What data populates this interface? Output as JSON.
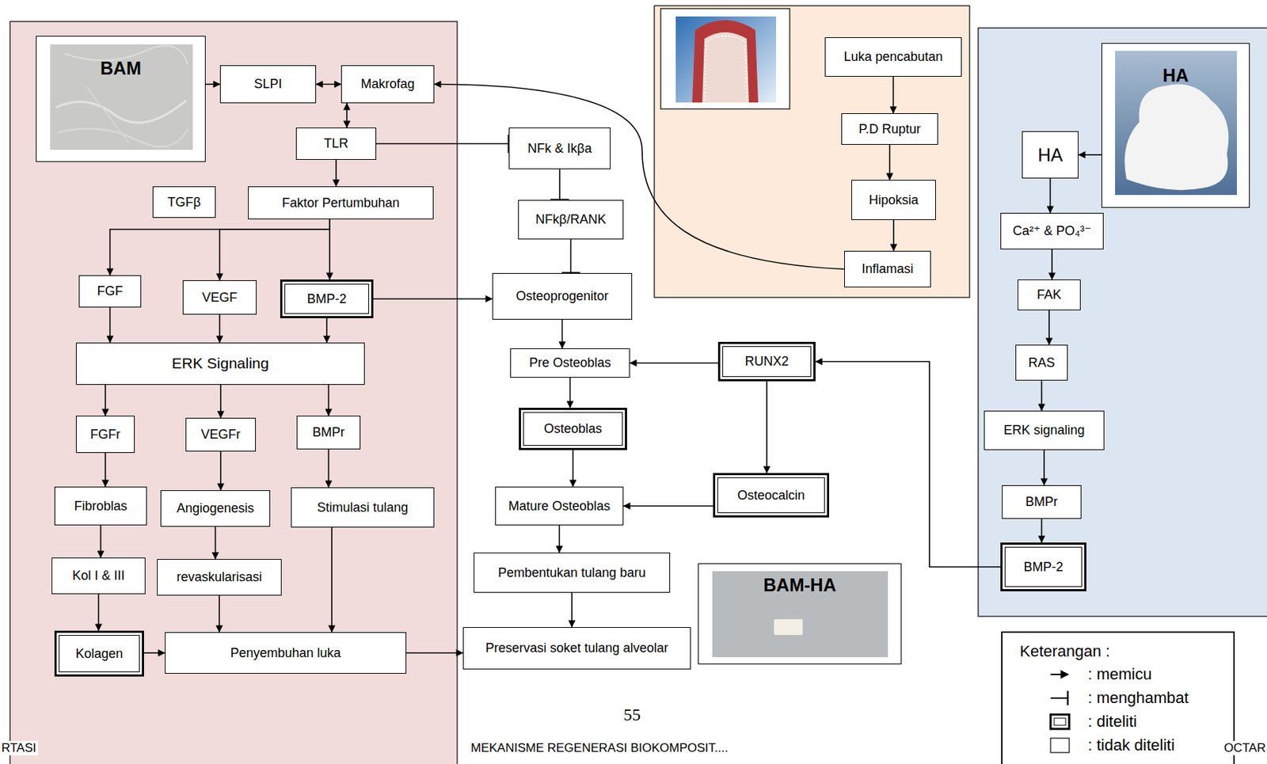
{
  "diagram": {
    "nodes": [
      {
        "text": [
          "BAM"
        ]
      },
      {
        "text": [
          "SLPI"
        ]
      },
      {
        "text": [
          "Makrofag"
        ]
      },
      {
        "text": [
          "TLR"
        ]
      },
      {
        "text": [
          "TGFβ"
        ]
      },
      {
        "text": [
          "Faktor Pertumbuhan"
        ]
      },
      {
        "text": [
          "FGF"
        ]
      },
      {
        "text": [
          "VEGF"
        ]
      },
      {
        "text": [
          "BMP-2"
        ]
      },
      {
        "text": [
          "ERK Signaling"
        ]
      },
      {
        "text": [
          "FGFr"
        ]
      },
      {
        "text": [
          "VEGFr"
        ]
      },
      {
        "text": [
          "BMPr"
        ]
      },
      {
        "text": [
          "Fibroblas"
        ]
      },
      {
        "text": [
          "Angiogenesis"
        ]
      },
      {
        "text": [
          "Stimulasi tulang"
        ]
      },
      {
        "text": [
          "Kol I & III"
        ]
      },
      {
        "text": [
          "revaskularisasi"
        ]
      },
      {
        "text": [
          "Kolagen"
        ]
      },
      {
        "text": [
          "Penyembuhan luka"
        ]
      },
      {
        "text": [
          "NFk & Ikβa"
        ]
      },
      {
        "text": [
          "NFkβ/RANK"
        ]
      },
      {
        "text": [
          "Osteoprogenitor"
        ]
      },
      {
        "text": [
          "Pre Osteoblas"
        ]
      },
      {
        "text": [
          "Osteoblas"
        ]
      },
      {
        "text": [
          "Mature Osteoblas"
        ]
      },
      {
        "text": [
          "Pembentukan tulang baru"
        ]
      },
      {
        "text": [
          "Preservasi soket tulang alveolar"
        ]
      },
      {
        "text": [
          "RUNX2"
        ]
      },
      {
        "text": [
          "Osteocalcin"
        ]
      },
      {
        "text": [
          "BAM-HA"
        ]
      },
      {
        "text": [
          "Luka pencabutan"
        ]
      },
      {
        "text": [
          "P.D Ruptur"
        ]
      },
      {
        "text": [
          "Hipoksia"
        ]
      },
      {
        "text": [
          "Inflamasi"
        ]
      },
      {
        "text": [
          "HA"
        ]
      },
      {
        "text": [
          "HA"
        ]
      },
      {
        "text": [
          "Ca²⁺ & PO₄³⁻"
        ]
      },
      {
        "text": [
          "FAK"
        ]
      },
      {
        "text": [
          "RAS"
        ]
      },
      {
        "text": [
          "ERK signaling"
        ]
      },
      {
        "text": [
          "BMPr"
        ]
      },
      {
        "text": [
          "BMP-2"
        ]
      }
    ],
    "edges": [
      {
        "from": 0,
        "to": 1,
        "arrow": "to"
      },
      {
        "from": 1,
        "to": 2,
        "arrow": "both"
      },
      {
        "from": 2,
        "to": 3,
        "arrow": "both"
      },
      {
        "from": 3,
        "to": 5,
        "arrow": "to"
      },
      {
        "from": 3,
        "to": 20,
        "arrow": "to"
      },
      {
        "from": 20,
        "to": 21,
        "arrow": "to"
      },
      {
        "from": 21,
        "to": 22,
        "arrow": "to"
      },
      {
        "from": 5,
        "to": 6,
        "arrow": "to"
      },
      {
        "from": 5,
        "to": 7,
        "arrow": "to"
      },
      {
        "from": 5,
        "to": 8,
        "arrow": "to"
      },
      {
        "from": 6,
        "to": 9,
        "arrow": "to"
      },
      {
        "from": 7,
        "to": 9,
        "arrow": "to"
      },
      {
        "from": 8,
        "to": 9,
        "arrow": "to"
      },
      {
        "from": 9,
        "to": 10,
        "arrow": "to"
      },
      {
        "from": 9,
        "to": 11,
        "arrow": "to"
      },
      {
        "from": 9,
        "to": 12,
        "arrow": "to"
      },
      {
        "from": 10,
        "to": 13,
        "arrow": "to"
      },
      {
        "from": 11,
        "to": 14,
        "arrow": "to"
      },
      {
        "from": 12,
        "to": 15,
        "arrow": "to"
      },
      {
        "from": 13,
        "to": 16,
        "arrow": "to"
      },
      {
        "from": 14,
        "to": 17,
        "arrow": "to"
      },
      {
        "from": 16,
        "to": 18,
        "arrow": "to"
      },
      {
        "from": 17,
        "to": 19,
        "arrow": "to"
      },
      {
        "from": 15,
        "to": 19,
        "arrow": "to"
      },
      {
        "from": 18,
        "to": 19,
        "arrow": "to"
      },
      {
        "from": 19,
        "to": 27,
        "arrow": "to"
      },
      {
        "from": 8,
        "to": 22,
        "arrow": "to"
      },
      {
        "from": 22,
        "to": 23,
        "arrow": "to"
      },
      {
        "from": 23,
        "to": 24,
        "arrow": "to"
      },
      {
        "from": 24,
        "to": 25,
        "arrow": "to"
      },
      {
        "from": 25,
        "to": 26,
        "arrow": "to"
      },
      {
        "from": 26,
        "to": 27,
        "arrow": "to"
      },
      {
        "from": 28,
        "to": 23,
        "arrow": "to"
      },
      {
        "from": 28,
        "to": 29,
        "arrow": "to"
      },
      {
        "from": 29,
        "to": 25,
        "arrow": "to"
      },
      {
        "from": 31,
        "to": 32,
        "arrow": "to"
      },
      {
        "from": 32,
        "to": 33,
        "arrow": "to"
      },
      {
        "from": 33,
        "to": 34,
        "arrow": "to"
      },
      {
        "from": 34,
        "to": 2,
        "arrow": "to"
      },
      {
        "from": 35,
        "to": 36,
        "arrow": "to"
      },
      {
        "from": 36,
        "to": 37,
        "arrow": "to"
      },
      {
        "from": 37,
        "to": 38,
        "arrow": "to"
      },
      {
        "from": 38,
        "to": 39,
        "arrow": "to"
      },
      {
        "from": 39,
        "to": 40,
        "arrow": "to"
      },
      {
        "from": 40,
        "to": 41,
        "arrow": "to"
      },
      {
        "from": 41,
        "to": 42,
        "arrow": "to"
      },
      {
        "from": 42,
        "to": 28,
        "arrow": "to"
      }
    ],
    "labels": [
      "55",
      "Keterangan :",
      "RTASI",
      "MEKANISME REGENERASI BIOKOMPOSIT....",
      "OCTAR"
    ],
    "legend": [
      {
        "text": ": memicu"
      },
      {
        "text": ": menghambat"
      },
      {
        "text": ": diteliti"
      },
      {
        "text": ": tidak diteliti"
      }
    ]
  }
}
